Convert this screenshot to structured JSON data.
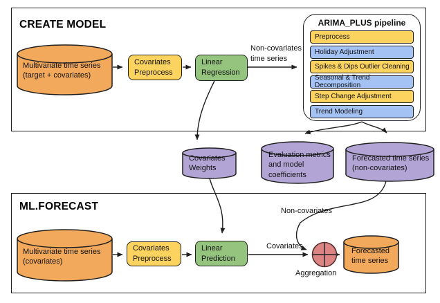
{
  "colors": {
    "source_cylinder": "#f2a95c",
    "process_yellow": "#fcd35f",
    "process_green": "#94c47d",
    "pipeline_blue": "#a4c2f4",
    "artifact_purple": "#b2a5d5",
    "aggregation_pink": "#dd8585",
    "outline": "#1f1f1f"
  },
  "create_model": {
    "title": "CREATE MODEL",
    "source_cylinder": "Multivariate time series\n(target + covariates)",
    "covariates_preprocess": "Covariates\nPreprocess",
    "linear_regression": "Linear\nRegression",
    "noncovariates_flow_label": "Non-covariates\ntime series",
    "pipeline": {
      "title": "ARIMA_PLUS pipeline",
      "steps": [
        {
          "label": "Preprocess",
          "color": "#fcd35f"
        },
        {
          "label": "Holiday Adjustment",
          "color": "#a4c2f4"
        },
        {
          "label": "Spikes & Dips Outlier Cleaning",
          "color": "#fcd35f"
        },
        {
          "label": "Seasonal & Trend Decomposition",
          "color": "#a4c2f4"
        },
        {
          "label": "Step Change Adjustment",
          "color": "#fcd35f"
        },
        {
          "label": "Trend Modeling",
          "color": "#a4c2f4"
        }
      ]
    }
  },
  "artifacts": {
    "covariates_weights": "Covariates\nWeights",
    "evaluation_metrics": "Evaluation metrics\nand model\ncoefficients",
    "forecast_noncovariates": "Forecasted time series\n(non-covariates)"
  },
  "ml_forecast": {
    "title": "ML.FORECAST",
    "source_cylinder": "Multivariate time series\n(covariates)",
    "covariates_preprocess": "Covariates\nPreprocess",
    "linear_prediction": "Linear\nPrediction",
    "covariates_flow_label": "Covariates",
    "noncovariates_flow_label": "Non-covariates",
    "aggregation_label": "Aggregation",
    "output_cylinder": "Forecasted\ntime series"
  }
}
